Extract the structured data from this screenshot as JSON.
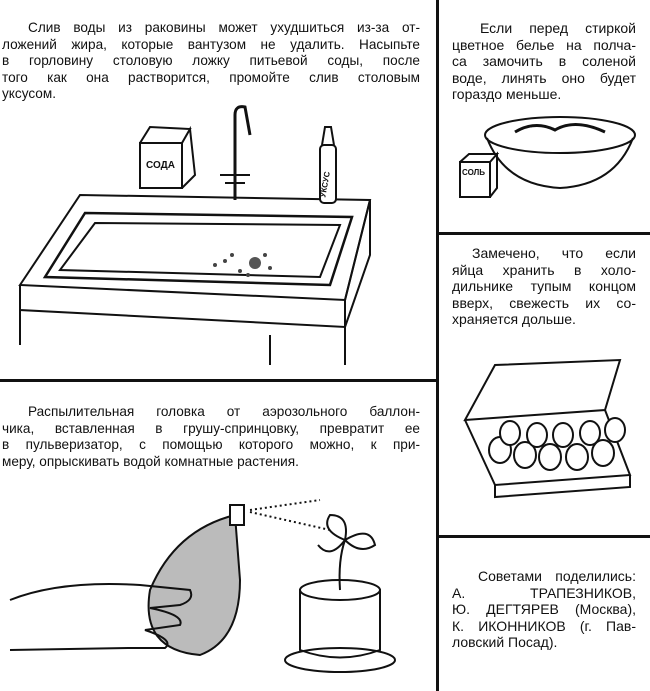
{
  "tips": {
    "sink": {
      "lines": [
        "Слив воды из раковины может ухудшиться из-за от-",
        "ложений жира, которые вантузом не удалить. Насыпьте",
        "в горловину столовую ложку питьевой соды, после",
        "того как она растворится, промойте слив столовым",
        "уксусом."
      ],
      "labels": {
        "soda": "СОДА",
        "vinegar": "УКСУС"
      }
    },
    "laundry": {
      "lines": [
        "Если перед стиркой",
        "цветное белье на полча-",
        "са замочить в соленой",
        "воде, линять оно будет",
        "гораздо меньше."
      ],
      "labels": {
        "salt": "СОЛЬ"
      }
    },
    "eggs": {
      "lines": [
        "Замечено, что если",
        "яйца хранить в холо-",
        "дильнике тупым концом",
        "вверх, свежесть их со-",
        "храняется дольше."
      ]
    },
    "sprayer": {
      "lines": [
        "Распылительная головка от аэрозольного баллон-",
        "чика, вставленная в грушу-спринцовку, превратит ее",
        "в пульверизатор, с помощью которого можно, к при-",
        "меру, опрыскивать водой комнатные растения."
      ]
    },
    "credits": {
      "lines": [
        "Советами поделились:",
        "А. ТРАПЕЗНИКОВ,",
        "Ю. ДЕГТЯРЕВ (Москва),",
        "К. ИКОННИКОВ (г. Пав-",
        "ловский Посад)."
      ]
    }
  }
}
